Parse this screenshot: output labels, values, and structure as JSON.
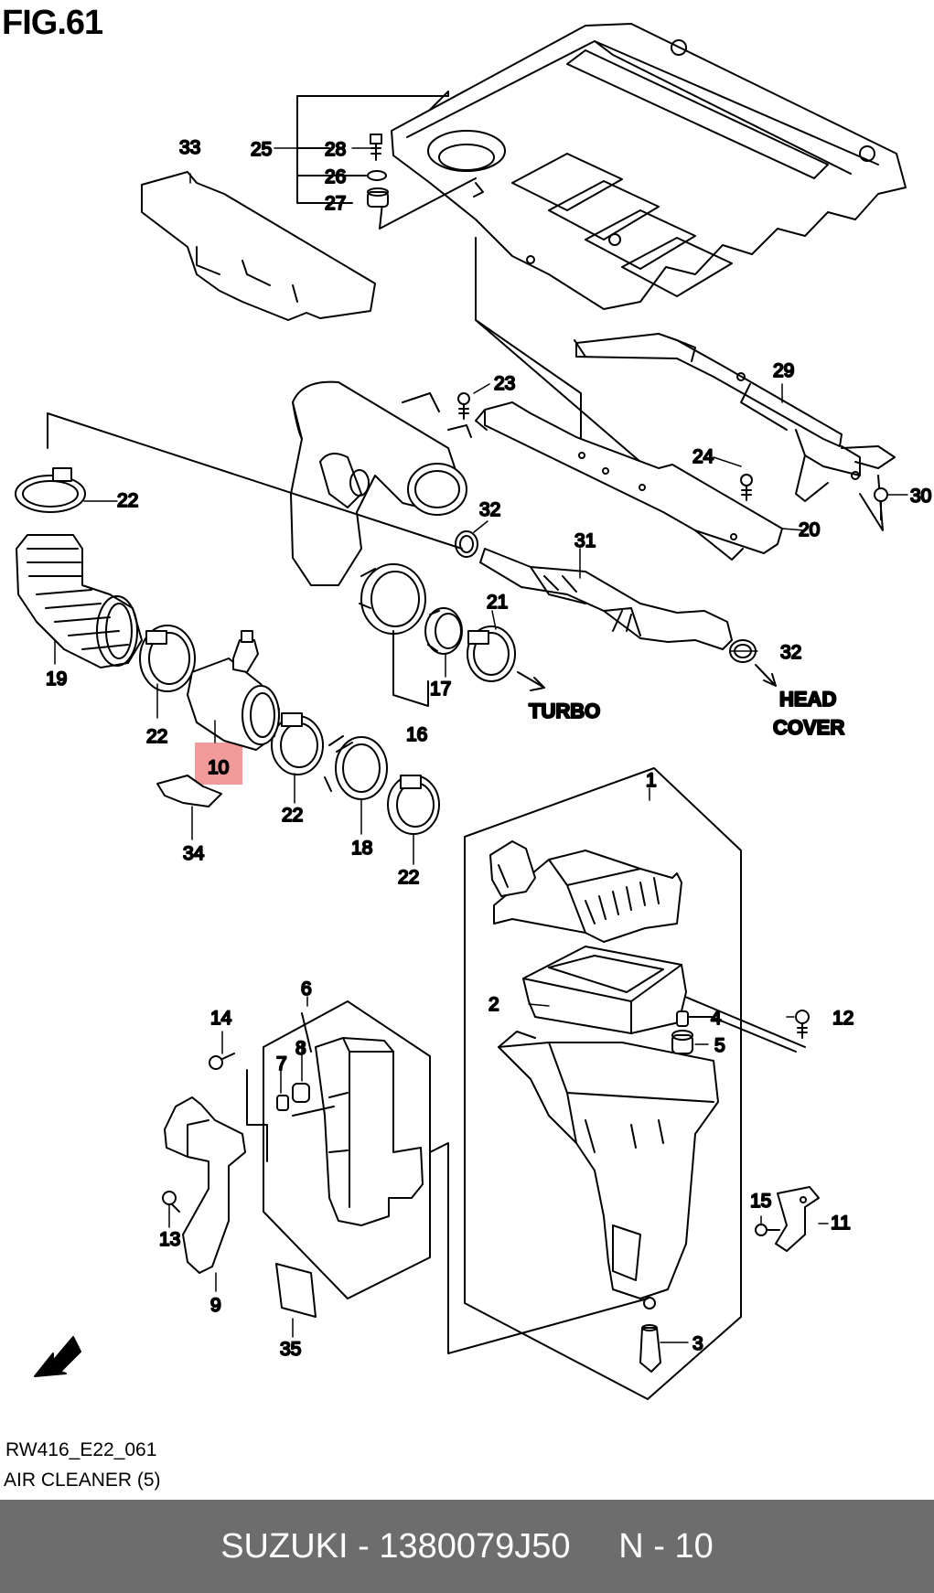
{
  "figure": {
    "title": "FIG.61",
    "code": "RW416_E22_061",
    "caption": "AIR CLEANER (5)"
  },
  "labels": {
    "l1": "1",
    "l2": "2",
    "l3": "3",
    "l4": "4",
    "l5": "5",
    "l6": "6",
    "l7": "7",
    "l8": "8",
    "l9": "9",
    "l10": "10",
    "l11": "11",
    "l12": "12",
    "l13": "13",
    "l14": "14",
    "l15": "15",
    "l16": "16",
    "l17": "17",
    "l18": "18",
    "l19": "19",
    "l20": "20",
    "l21": "21",
    "l22a": "22",
    "l22b": "22",
    "l22c": "22",
    "l22d": "22",
    "l23": "23",
    "l24": "24",
    "l25": "25",
    "l26": "26",
    "l27": "27",
    "l28": "28",
    "l29": "29",
    "l30": "30",
    "l31": "31",
    "l32a": "32",
    "l32b": "32",
    "l33": "33",
    "l34": "34",
    "l35": "35"
  },
  "annotations": {
    "turbo": "TURBO",
    "head": "HEAD",
    "cover": "COVER",
    "fwd": "FWD"
  },
  "highlight": {
    "part": "10",
    "color": "#f29a9a"
  },
  "colors": {
    "footer_bg": "#6d6d6d",
    "footer_text": "#ffffff"
  },
  "footer": {
    "text": "SUZUKI - 1380079J50     N - 10"
  }
}
